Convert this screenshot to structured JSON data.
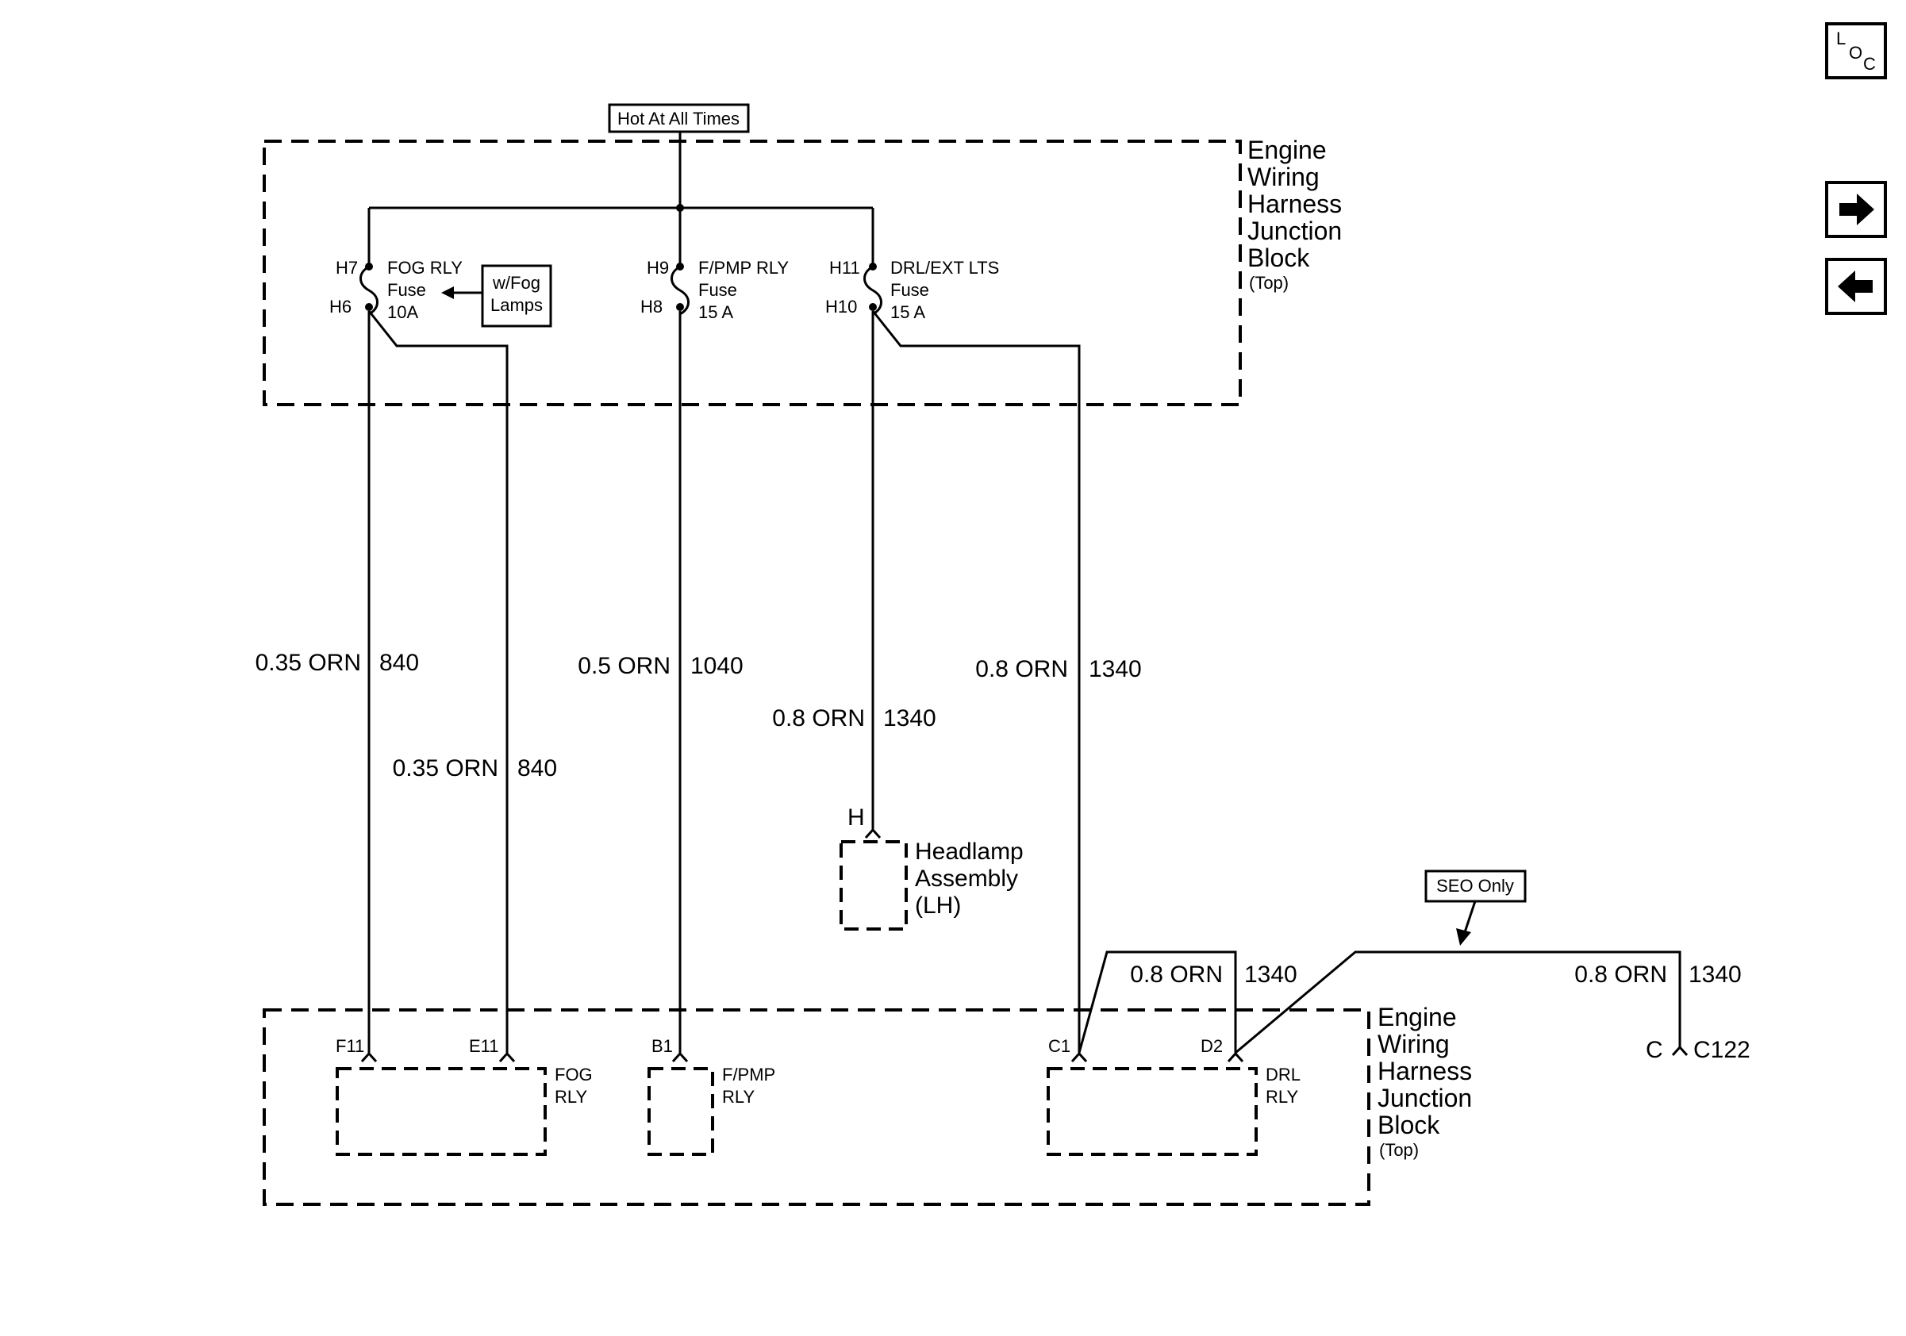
{
  "hot_label": "Hot At All Times",
  "seo_label": "SEO Only",
  "fog_option": [
    "w/Fog",
    "Lamps"
  ],
  "top_block": {
    "name": [
      "Engine",
      "Wiring",
      "Harness",
      "Junction",
      "Block"
    ],
    "sub": "(Top)"
  },
  "bottom_block": {
    "name": [
      "Engine",
      "Wiring",
      "Harness",
      "Junction",
      "Block"
    ],
    "sub": "(Top)"
  },
  "fuses": [
    {
      "in_pin": "H7",
      "out_pin": "H6",
      "lines": [
        "FOG RLY",
        "Fuse",
        "10A"
      ]
    },
    {
      "in_pin": "H9",
      "out_pin": "H8",
      "lines": [
        "F/PMP RLY",
        "Fuse",
        "15 A"
      ]
    },
    {
      "in_pin": "H11",
      "out_pin": "H10",
      "lines": [
        "DRL/EXT LTS",
        "Fuse",
        "15 A"
      ]
    }
  ],
  "wires": [
    {
      "gauge": "0.35 ORN",
      "circuit": "840"
    },
    {
      "gauge": "0.35 ORN",
      "circuit": "840"
    },
    {
      "gauge": "0.5 ORN",
      "circuit": "1040"
    },
    {
      "gauge": "0.8 ORN",
      "circuit": "1340"
    },
    {
      "gauge": "0.8 ORN",
      "circuit": "1340"
    },
    {
      "gauge": "0.8 ORN",
      "circuit": "1340"
    },
    {
      "gauge": "0.8 ORN",
      "circuit": "1340"
    }
  ],
  "headlamp": {
    "pin": "H",
    "lines": [
      "Headlamp",
      "Assembly",
      "(LH)"
    ]
  },
  "relays": [
    {
      "pins": [
        "F11",
        "E11"
      ],
      "lines": [
        "FOG",
        "RLY"
      ]
    },
    {
      "pins": [
        "B1"
      ],
      "lines": [
        "F/PMP",
        "RLY"
      ]
    },
    {
      "pins": [
        "C1",
        "D2"
      ],
      "lines": [
        "DRL",
        "RLY"
      ]
    }
  ],
  "connector": {
    "pin": "C",
    "name": "C122"
  },
  "nav": {
    "loc": [
      "L",
      "O",
      "C"
    ],
    "forward_icon": "arrow-right-icon",
    "back_icon": "arrow-left-icon"
  }
}
